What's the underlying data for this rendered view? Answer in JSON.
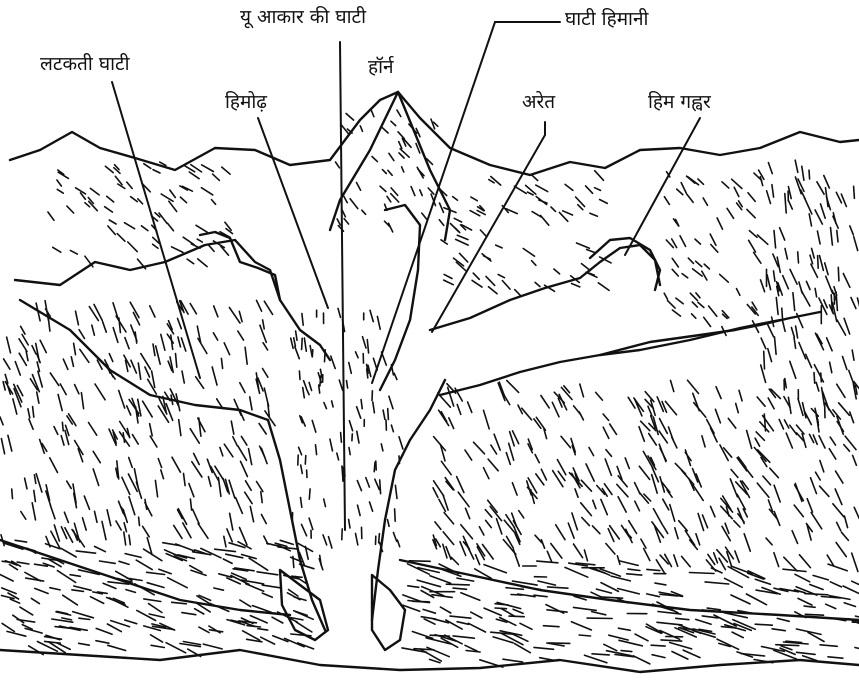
{
  "colors": {
    "ink": "#111111",
    "background": "#ffffff"
  },
  "labels": {
    "hanging_valley": "लटकती घाटी",
    "u_valley": "यू आकार की घाटी",
    "moraine": "हिमोढ़",
    "horn": "हॉर्न",
    "valley_glacier": "घाटी हिमानी",
    "arete": "अरेत",
    "cirque": "हिम गह्वर"
  }
}
